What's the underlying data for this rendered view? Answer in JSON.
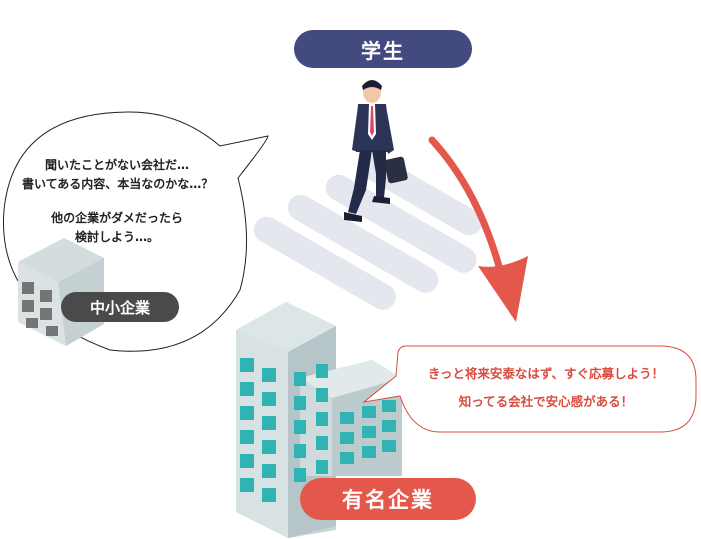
{
  "labels": {
    "student": "学生",
    "sme": "中小企業",
    "big_company": "有名企業"
  },
  "sme_bubble": {
    "line1": "聞いたことがない会社だ…",
    "line2": "書いてある内容、本当なのかな…？",
    "line3": "他の企業がダメだったら",
    "line4": "検討しよう…。"
  },
  "big_bubble": {
    "line1": "きっと将来安泰なはず、すぐ応募しよう！",
    "line2": "知ってる会社で安心感がある！"
  },
  "colors": {
    "student_pill": "#434a80",
    "sme_pill": "#4a4a4a",
    "big_pill": "#e4584c",
    "arrow": "#e4584c",
    "big_bubble_text": "#d94c3f"
  }
}
